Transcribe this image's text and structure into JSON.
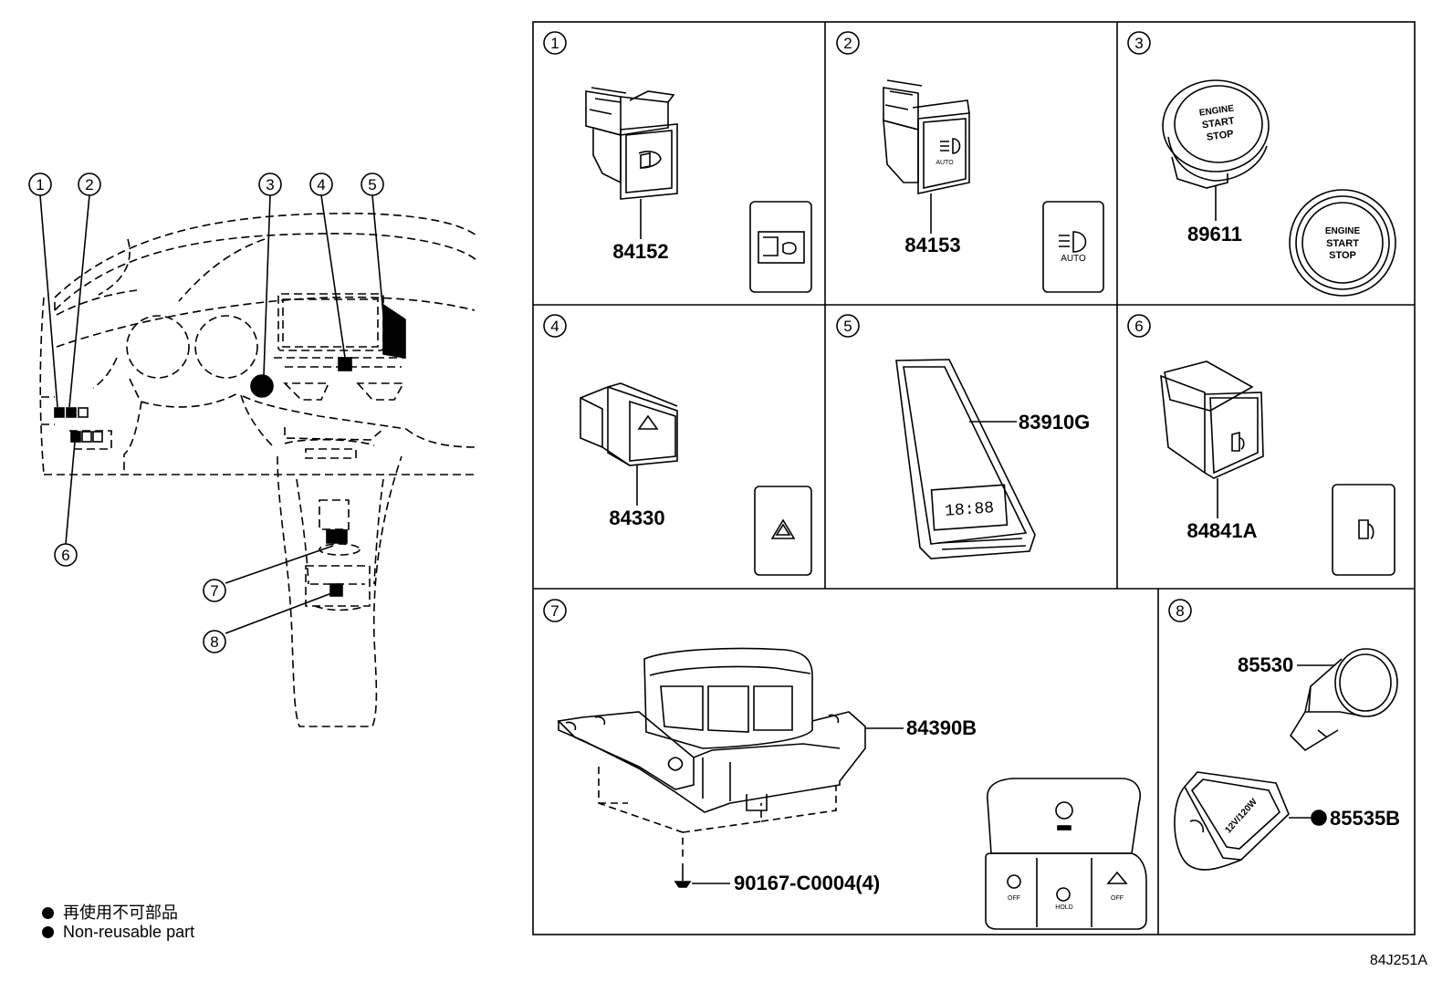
{
  "dash_callouts": [
    "1",
    "2",
    "3",
    "4",
    "5",
    "6",
    "7",
    "8"
  ],
  "panels": [
    {
      "num": "1",
      "part": "84152"
    },
    {
      "num": "2",
      "part": "84153",
      "icon_text": "AUTO"
    },
    {
      "num": "3",
      "part": "89611",
      "button_text": [
        "ENGINE",
        "START",
        "STOP"
      ]
    },
    {
      "num": "4",
      "part": "84330"
    },
    {
      "num": "5",
      "part": "83910G",
      "display_text": "18:88"
    },
    {
      "num": "6",
      "part": "84841A"
    },
    {
      "num": "7",
      "part": "84390B",
      "screw_part": "90167-C0004(4)",
      "switch_labels": [
        "OFF",
        "HOLD",
        "OFF"
      ]
    },
    {
      "num": "8",
      "part_top": "85530",
      "part_bottom": "85535B",
      "socket_text": "12V/120W"
    }
  ],
  "legend": {
    "jp": "再使用不可部品",
    "en": "Non-reusable part"
  },
  "figure_ref": "84J251A"
}
